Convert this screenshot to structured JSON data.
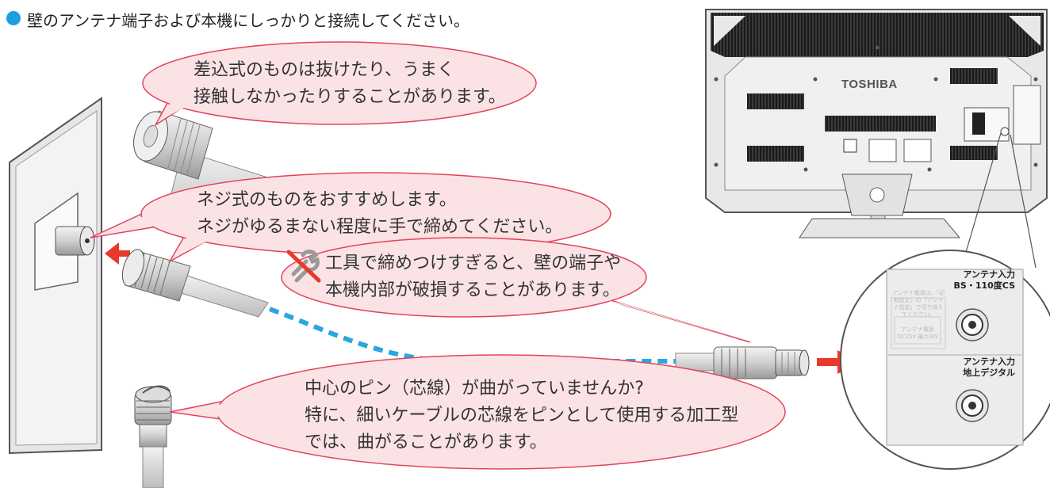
{
  "heading": {
    "bullet_color": "#1aa0e0",
    "text": "壁のアンテナ端子および本機にしっかりと接続してください。"
  },
  "bubbles": {
    "push_in": {
      "line1": "差込式のものは抜けたり、うまく",
      "line2": "接触しなかったりすることがあります。"
    },
    "screw": {
      "line1": "ネジ式のものをおすすめします。",
      "line2": "ネジがゆるまない程度に手で締めてください。"
    },
    "warning": {
      "icon": "no-tools-icon",
      "line1": "工具で締めつけすぎると、壁の端子や",
      "line2": "本機内部が破損することがあります。"
    },
    "pin": {
      "line1": "中心のピン（芯線）が曲がっていませんか?",
      "line2": "特に、細いケーブルの芯線をピンとして使用する加工型",
      "line3": "では、曲がることがあります。"
    }
  },
  "tv": {
    "logo": "TOSHIBA"
  },
  "panel": {
    "bs_label_1": "アンテナ入力",
    "bs_label_2": "BS・110度CS",
    "bs_note": "アンテナ電源は、「初期設定」の「アンテナ設定」で切り換えてください。",
    "power_note_1": "アンテナ電源",
    "power_note_2": "DC15V 最大4W",
    "terr_label_1": "アンテナ入力",
    "terr_label_2": "地上デジタル"
  },
  "colors": {
    "bubble_fill": "#fbe3e5",
    "bubble_stroke": "#e2445a",
    "arrow": "#e8392b",
    "cable_dash": "#29a7e1"
  }
}
